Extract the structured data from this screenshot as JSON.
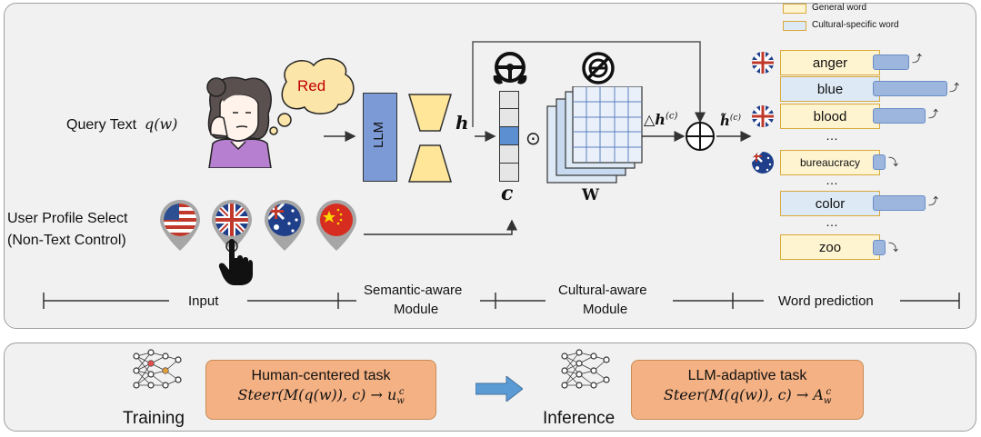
{
  "legend": {
    "general": "General word",
    "cultural": "Cultural-specific word"
  },
  "bubble": {
    "text": "Red"
  },
  "query": {
    "label": "Query Text",
    "formula": "q(w)"
  },
  "profile": {
    "line1": "User Profile Select",
    "line2": "(Non-Text Control)"
  },
  "llm": {
    "label": "LLM"
  },
  "symbols": {
    "h": "h",
    "c": "c",
    "W": "W",
    "delta_h": "△h",
    "delta_h_sup": "(c)",
    "h_tilde": "h̃",
    "h_tilde_sup": "(c)",
    "odot": "⊙"
  },
  "words": [
    {
      "text": "anger",
      "type": "general"
    },
    {
      "text": "blue",
      "type": "cultural"
    },
    {
      "text": "blood",
      "type": "general"
    },
    {
      "text": "bureaucracy",
      "type": "general"
    },
    {
      "text": "color",
      "type": "cultural"
    },
    {
      "text": "zoo",
      "type": "general"
    }
  ],
  "ellipsis": "…",
  "stages": {
    "input": "Input",
    "semantic_1": "Semantic-aware",
    "semantic_2": "Module",
    "cultural_1": "Cultural-aware",
    "cultural_2": "Module",
    "prediction": "Word prediction"
  },
  "bottom": {
    "training": "Training",
    "inference": "Inference",
    "task1_title": "Human-centered task",
    "task1_formula": "Steer(M(q(w)), c) → u",
    "task1_sub": "w",
    "task1_sup": "c",
    "task2_title": "LLM-adaptive task",
    "task2_formula": "Steer(M(q(w)), c) → A",
    "task2_sub": "w",
    "task2_sup": "c"
  },
  "colors": {
    "panel_bg": "#f1f1f1",
    "panel_border": "#a0a0a0",
    "llm_blue": "#7b9ad6",
    "encoder_yellow": "#ffe699",
    "highlight_cell": "#5b8fd1",
    "task_orange": "#f4b183",
    "arrow_blue": "#5b9bd5",
    "general_fill": "#fff4d0",
    "cultural_fill": "#dde9f5",
    "word_border": "#d9a93a"
  },
  "icons": [
    "steering-wheel-icon",
    "no-steering-icon",
    "uk-flag-icon",
    "us-flag-icon",
    "australia-flag-icon",
    "china-flag-icon",
    "neural-network-icon",
    "hand-pointer-icon"
  ]
}
